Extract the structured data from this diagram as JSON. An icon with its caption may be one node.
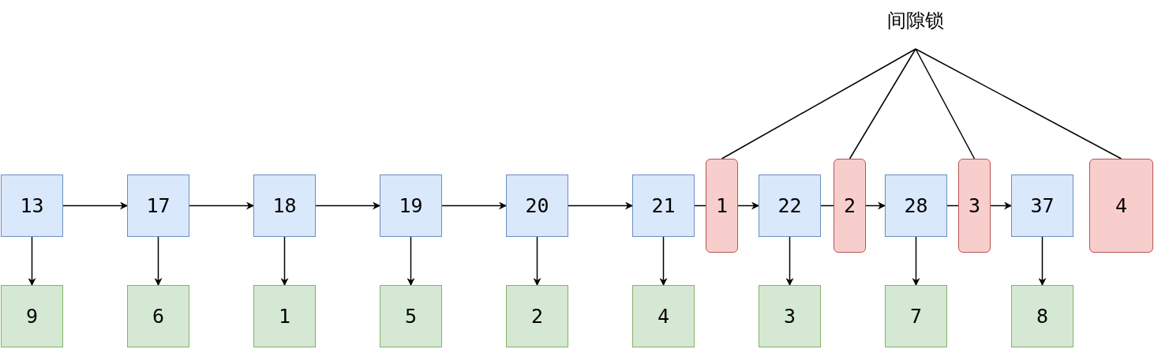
{
  "diagram": {
    "nodes": [
      {
        "text": [
          "间隙锁"
        ]
      },
      {
        "text": [
          "13"
        ]
      },
      {
        "text": [
          "17"
        ]
      },
      {
        "text": [
          "18"
        ]
      },
      {
        "text": [
          "19"
        ]
      },
      {
        "text": [
          "20"
        ]
      },
      {
        "text": [
          "21"
        ]
      },
      {
        "text": [
          "1"
        ]
      },
      {
        "text": [
          "22"
        ]
      },
      {
        "text": [
          "2"
        ]
      },
      {
        "text": [
          "28"
        ]
      },
      {
        "text": [
          "3"
        ]
      },
      {
        "text": [
          "37"
        ]
      },
      {
        "text": [
          "4"
        ]
      },
      {
        "text": [
          "9"
        ]
      },
      {
        "text": [
          "6"
        ]
      },
      {
        "text": [
          "1"
        ]
      },
      {
        "text": [
          "5"
        ]
      },
      {
        "text": [
          "2"
        ]
      },
      {
        "text": [
          "4"
        ]
      },
      {
        "text": [
          "3"
        ]
      },
      {
        "text": [
          "7"
        ]
      },
      {
        "text": [
          "8"
        ]
      }
    ],
    "edges": [
      {
        "from": 1,
        "to": 2,
        "arrow": "to"
      },
      {
        "from": 2,
        "to": 3,
        "arrow": "to"
      },
      {
        "from": 3,
        "to": 4,
        "arrow": "to"
      },
      {
        "from": 4,
        "to": 5,
        "arrow": "to"
      },
      {
        "from": 5,
        "to": 6,
        "arrow": "to"
      },
      {
        "from": 6,
        "to": 7,
        "arrow": "none"
      },
      {
        "from": 7,
        "to": 8,
        "arrow": "to"
      },
      {
        "from": 8,
        "to": 9,
        "arrow": "none"
      },
      {
        "from": 9,
        "to": 10,
        "arrow": "to"
      },
      {
        "from": 10,
        "to": 11,
        "arrow": "none"
      },
      {
        "from": 11,
        "to": 12,
        "arrow": "to"
      },
      {
        "from": 1,
        "to": 14,
        "arrow": "to"
      },
      {
        "from": 2,
        "to": 15,
        "arrow": "to"
      },
      {
        "from": 3,
        "to": 16,
        "arrow": "to"
      },
      {
        "from": 4,
        "to": 17,
        "arrow": "to"
      },
      {
        "from": 5,
        "to": 18,
        "arrow": "to"
      },
      {
        "from": 6,
        "to": 19,
        "arrow": "to"
      },
      {
        "from": 8,
        "to": 20,
        "arrow": "to"
      },
      {
        "from": 10,
        "to": 21,
        "arrow": "to"
      },
      {
        "from": 12,
        "to": 22,
        "arrow": "to"
      },
      {
        "from": 0,
        "to": 7,
        "arrow": "none"
      },
      {
        "from": 0,
        "to": 9,
        "arrow": "none"
      },
      {
        "from": 0,
        "to": 11,
        "arrow": "none"
      },
      {
        "from": 0,
        "to": 13,
        "arrow": "none"
      }
    ]
  }
}
